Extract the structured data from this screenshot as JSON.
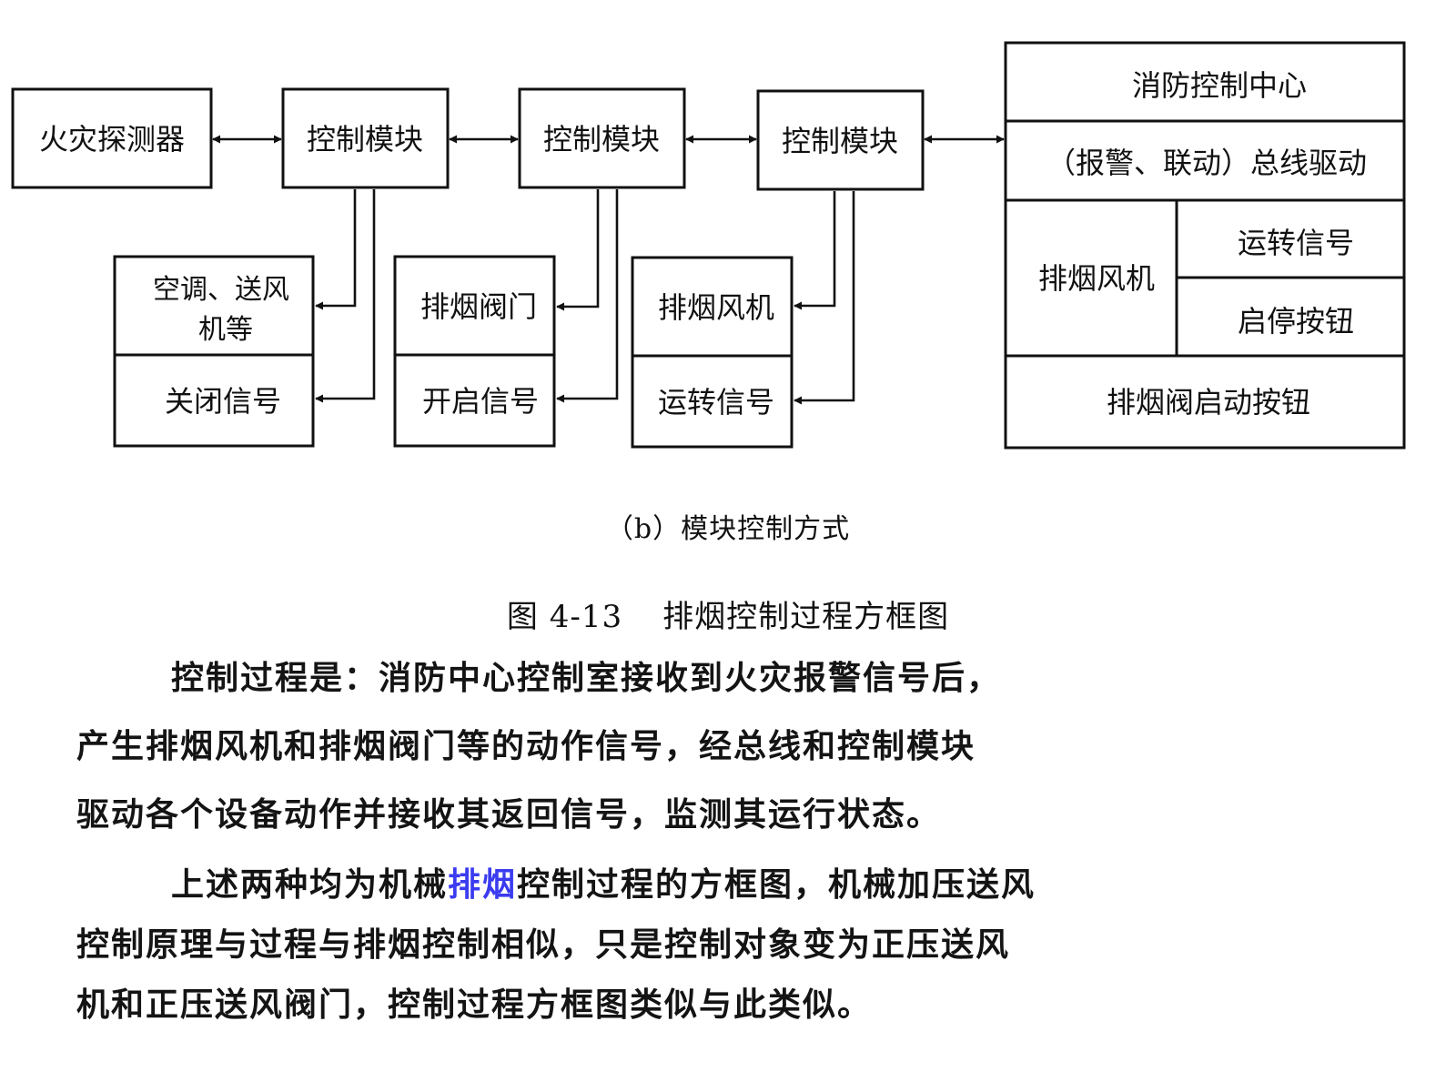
{
  "diagram": {
    "detector": "火灾探测器",
    "modules": [
      "控制模块",
      "控制模块",
      "控制模块"
    ],
    "center": {
      "title": "消防控制中心",
      "bus_driver": "（报警、联动）总线驱动",
      "fan": "排烟风机",
      "fan_run_signal": "运转信号",
      "fan_start_stop": "启停按钮",
      "damper_start": "排烟阀启动按钮"
    },
    "devices": [
      {
        "name_line1": "空调、送风",
        "name_line2": "机等",
        "signal": "关闭信号"
      },
      {
        "name_line1": "排烟阀门",
        "name_line2": "",
        "signal": "开启信号"
      },
      {
        "name_line1": "排烟风机",
        "name_line2": "",
        "signal": "运转信号"
      }
    ]
  },
  "captions": {
    "sub": "（b）模块控制方式",
    "figure_number": "图 4-13",
    "figure_title": "排烟控制过程方框图"
  },
  "text": {
    "p1": [
      "控制过程是：消防中心控制室接收到火灾报警信号后，",
      "产生排烟风机和排烟阀门等的动作信号，经总线和控制模块",
      "驱动各个设备动作并接收其返回信号，监测其运行状态。"
    ],
    "p2_line1_a": "上述两种均为机械",
    "p2_line1_link": "排烟",
    "p2_line1_b": "控制过程的方框图，机械加压送风",
    "p2_line2": "控制原理与过程与排烟控制相似，只是控制对象变为正压送风",
    "p2_line3": "机和正压送风阀门，控制过程方框图类似与此类似。"
  },
  "colors": {
    "ink": "#111111",
    "link": "#3b3bf0",
    "background": "#ffffff"
  }
}
